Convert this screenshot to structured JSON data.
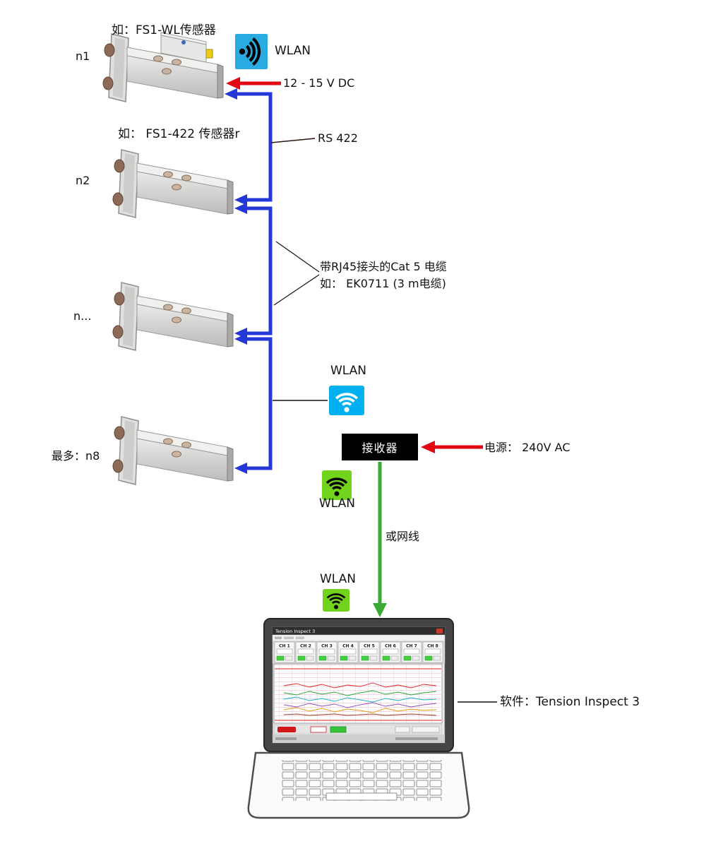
{
  "colors": {
    "cable_blue": "#2438d8",
    "arrow_red": "#e30613",
    "arrow_green": "#3aaa35",
    "wlan_blue": "#29abe2",
    "wlan_cyan": "#00b0f0",
    "wlan_green": "#72d31c",
    "receiver_bg": "#000000",
    "receiver_text": "#ffffff"
  },
  "sensors": {
    "s1": {
      "caption": "如：FS1-WL传感器",
      "label": "n1"
    },
    "s2": {
      "caption": "如： FS1-422 传感器r",
      "label": "n2"
    },
    "s3": {
      "label": "n..."
    },
    "s4": {
      "label": "最多：n8"
    }
  },
  "connections": {
    "wlan_top": "WLAN",
    "dc_power": "12 - 15 V DC",
    "rs422": "RS 422",
    "cat5_line1": "带RJ45接头的Cat 5 电缆",
    "cat5_line2": "如： EK0711 (3 m电缆)",
    "wlan_mid": "WLAN",
    "wlan_receiver": "WLAN",
    "or_cable": "或网线",
    "wlan_laptop": "WLAN"
  },
  "receiver": {
    "label": "接收器",
    "power": "电源： 240V AC"
  },
  "software": {
    "callout": "软件：Tension Inspect 3",
    "window_title": "Tension Inspect 3",
    "channels": [
      "CH 1",
      "CH 2",
      "CH 3",
      "CH 4",
      "CH 5",
      "CH 6",
      "CH 7",
      "CH 8"
    ]
  }
}
